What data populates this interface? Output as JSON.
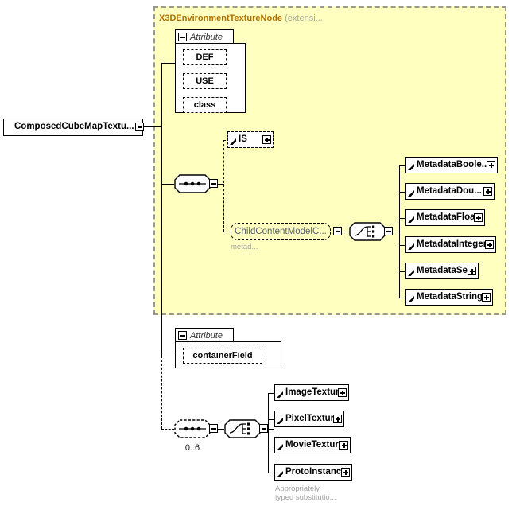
{
  "diagram": {
    "kind": "xml-schema-tree",
    "root": {
      "label": "ComposedCubeMapTextu...",
      "collapse_icon": "minus-box-icon"
    },
    "extension_panel": {
      "title": "X3DEnvironmentTextureNode",
      "title_suffix": "(extensi...",
      "fill_color": "#ffffc0",
      "border_color": "#9a9a8c"
    },
    "attribute_group_1": {
      "header": "Attribute",
      "header_icon": "minus-box-icon",
      "rows": [
        {
          "label": "DEF"
        },
        {
          "label": "USE"
        },
        {
          "label": "class"
        }
      ]
    },
    "sequence_1": {
      "icon": "sequence-icon",
      "collapse_icon": "minus-box-icon"
    },
    "is_node": {
      "label": "IS",
      "expand_icon": "plus-box-icon",
      "ref_icon": "ref-arrow-icon"
    },
    "child_content_model": {
      "label": "ChildContentModelC...",
      "collapse_icon": "minus-box-icon",
      "annotation": "metad..."
    },
    "choice_1": {
      "icon": "choice-icon",
      "collapse_icon": "minus-box-icon"
    },
    "metadata_nodes": [
      {
        "label": "MetadataBoole...",
        "expand_icon": "plus-box-icon",
        "width": 116
      },
      {
        "label": "MetadataDou...",
        "expand_icon": "plus-box-icon",
        "width": 112
      },
      {
        "label": "MetadataFloat",
        "expand_icon": "plus-box-icon",
        "width": 100
      },
      {
        "label": "MetadataInteger",
        "expand_icon": "plus-box-icon",
        "width": 114
      },
      {
        "label": "MetadataSet",
        "expand_icon": "plus-box-icon",
        "width": 92
      },
      {
        "label": "MetadataString",
        "expand_icon": "plus-box-icon",
        "width": 110
      }
    ],
    "attribute_group_2": {
      "header": "Attribute",
      "header_icon": "minus-box-icon",
      "rows": [
        {
          "label": "containerField"
        }
      ]
    },
    "sequence_2": {
      "icon": "sequence-icon",
      "collapse_icon": "minus-box-icon",
      "cardinality": "0..6"
    },
    "choice_2": {
      "icon": "choice-icon",
      "collapse_icon": "minus-box-icon"
    },
    "texture_nodes": [
      {
        "label": "ImageTexture",
        "expand_icon": "plus-box-icon",
        "width": 94
      },
      {
        "label": "PixelTexture",
        "expand_icon": "plus-box-icon",
        "width": 88
      },
      {
        "label": "MovieTexture",
        "expand_icon": "plus-box-icon",
        "width": 96
      },
      {
        "label": "ProtoInstance",
        "expand_icon": "plus-box-icon",
        "width": 98
      }
    ],
    "substitution_note": {
      "line1": "Appropriately",
      "line2": "typed substitutio..."
    }
  }
}
